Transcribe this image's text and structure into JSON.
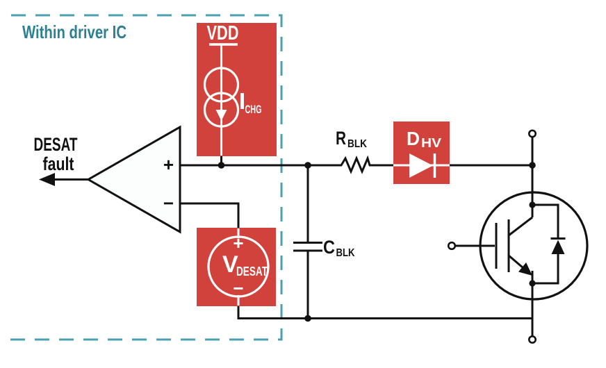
{
  "frame": {
    "label": "Within driver IC"
  },
  "output": {
    "line1": "DESAT",
    "line2": "fault"
  },
  "comparator": {
    "plus_label": "+",
    "minus_label": "−"
  },
  "current_source": {
    "rail_label": "VDD",
    "name_base": "I",
    "name_sub": "CHG"
  },
  "voltage_source": {
    "plus": "+",
    "minus": "−",
    "name_base": "V",
    "name_sub": "DESAT"
  },
  "resistor": {
    "name_base": "R",
    "name_sub": "BLK"
  },
  "capacitor": {
    "name_base": "C",
    "name_sub": "BLK"
  },
  "diode": {
    "name_base": "D",
    "name_sub": "HV"
  },
  "colors": {
    "red_block": "#d2423c",
    "teal_label": "#2c8093",
    "teal_dash": "#4aa0b0",
    "line": "#111111",
    "comparator_fill": "#fcfdfd"
  }
}
